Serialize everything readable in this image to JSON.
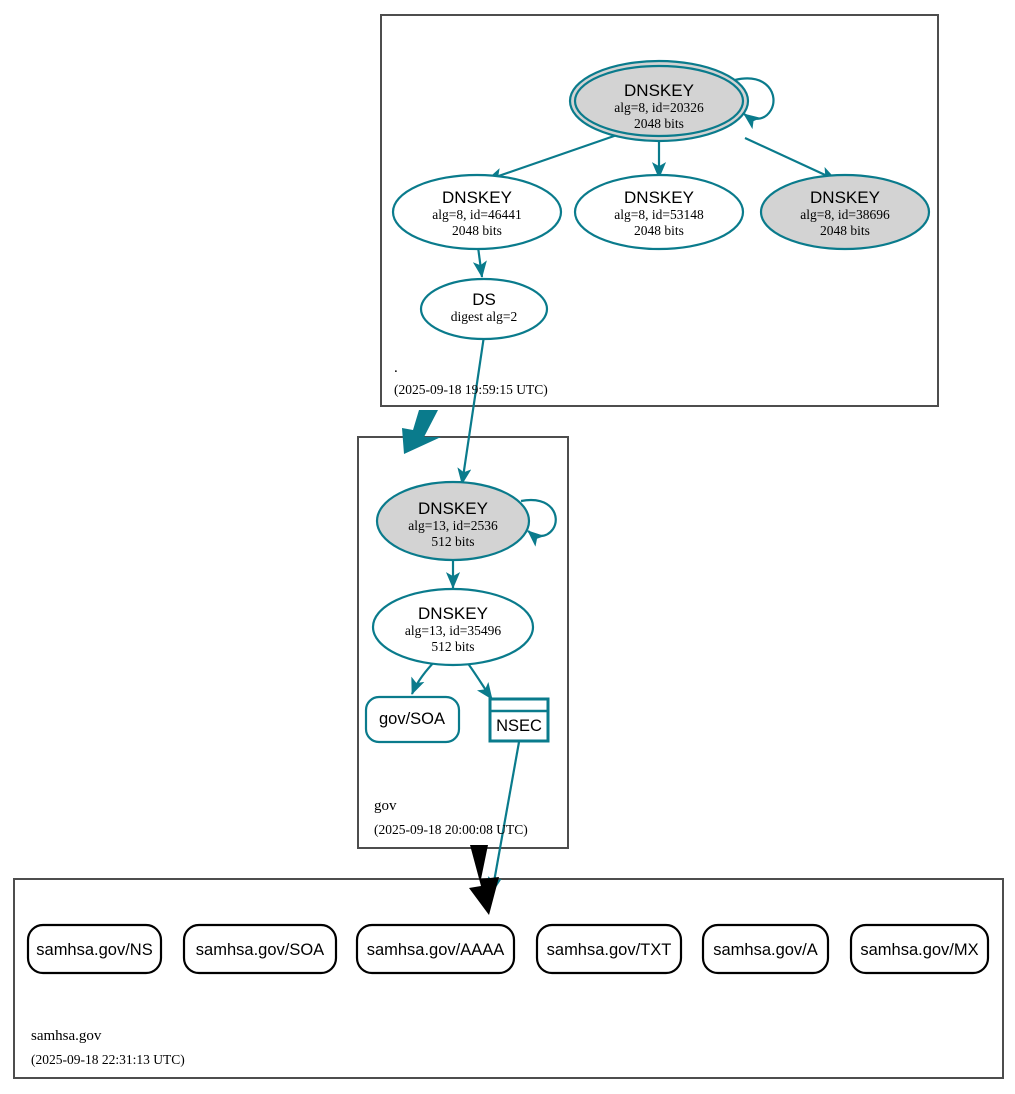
{
  "diagram": {
    "kind": "dnssec-authentication-chain",
    "accent_color": "#0a7b8c",
    "secure_fill_color": "#d3d3d3",
    "insecure_fill_color": "#ffffff",
    "zone_border_color": "#4d4d4d"
  },
  "zones": [
    {
      "id": "root",
      "name": ".",
      "timestamp": "(2025-09-18 19:59:15 UTC)",
      "nodes": [
        {
          "id": "root-ksk",
          "type": "DNSKEY",
          "title": "DNSKEY",
          "line2": "alg=8, id=20326",
          "line3": "2048 bits",
          "shaded": true,
          "double_border": true,
          "self_signed": true
        },
        {
          "id": "root-zsk-46441",
          "type": "DNSKEY",
          "title": "DNSKEY",
          "line2": "alg=8, id=46441",
          "line3": "2048 bits",
          "shaded": false,
          "double_border": false,
          "self_signed": false
        },
        {
          "id": "root-zsk-53148",
          "type": "DNSKEY",
          "title": "DNSKEY",
          "line2": "alg=8, id=53148",
          "line3": "2048 bits",
          "shaded": false,
          "double_border": false,
          "self_signed": false
        },
        {
          "id": "root-zsk-38696",
          "type": "DNSKEY",
          "title": "DNSKEY",
          "line2": "alg=8, id=38696",
          "line3": "2048 bits",
          "shaded": true,
          "double_border": false,
          "self_signed": false
        },
        {
          "id": "root-ds",
          "type": "DS",
          "title": "DS",
          "line2": "digest alg=2",
          "line3": "",
          "shaded": false,
          "double_border": false,
          "self_signed": false
        }
      ]
    },
    {
      "id": "gov",
      "name": "gov",
      "timestamp": "(2025-09-18 20:00:08 UTC)",
      "nodes": [
        {
          "id": "gov-ksk",
          "type": "DNSKEY",
          "title": "DNSKEY",
          "line2": "alg=13, id=2536",
          "line3": "512 bits",
          "shaded": true,
          "double_border": false,
          "self_signed": true
        },
        {
          "id": "gov-zsk",
          "type": "DNSKEY",
          "title": "DNSKEY",
          "line2": "alg=13, id=35496",
          "line3": "512 bits",
          "shaded": false,
          "double_border": false,
          "self_signed": false
        },
        {
          "id": "gov-soa",
          "type": "RRset",
          "title": "gov/SOA",
          "line2": "",
          "line3": "",
          "shaded": false,
          "double_border": false,
          "self_signed": false
        },
        {
          "id": "gov-nsec",
          "type": "NSEC",
          "title": "NSEC",
          "line2": "",
          "line3": "",
          "shaded": false,
          "double_border": false,
          "self_signed": false
        }
      ]
    },
    {
      "id": "samhsa-gov",
      "name": "samhsa.gov",
      "timestamp": "(2025-09-18 22:31:13 UTC)",
      "nodes": [
        {
          "id": "rr-ns",
          "type": "RRset",
          "title": "samhsa.gov/NS"
        },
        {
          "id": "rr-soa",
          "type": "RRset",
          "title": "samhsa.gov/SOA"
        },
        {
          "id": "rr-aaaa",
          "type": "RRset",
          "title": "samhsa.gov/AAAA"
        },
        {
          "id": "rr-txt",
          "type": "RRset",
          "title": "samhsa.gov/TXT"
        },
        {
          "id": "rr-a",
          "type": "RRset",
          "title": "samhsa.gov/A"
        },
        {
          "id": "rr-mx",
          "type": "RRset",
          "title": "samhsa.gov/MX"
        }
      ]
    }
  ]
}
